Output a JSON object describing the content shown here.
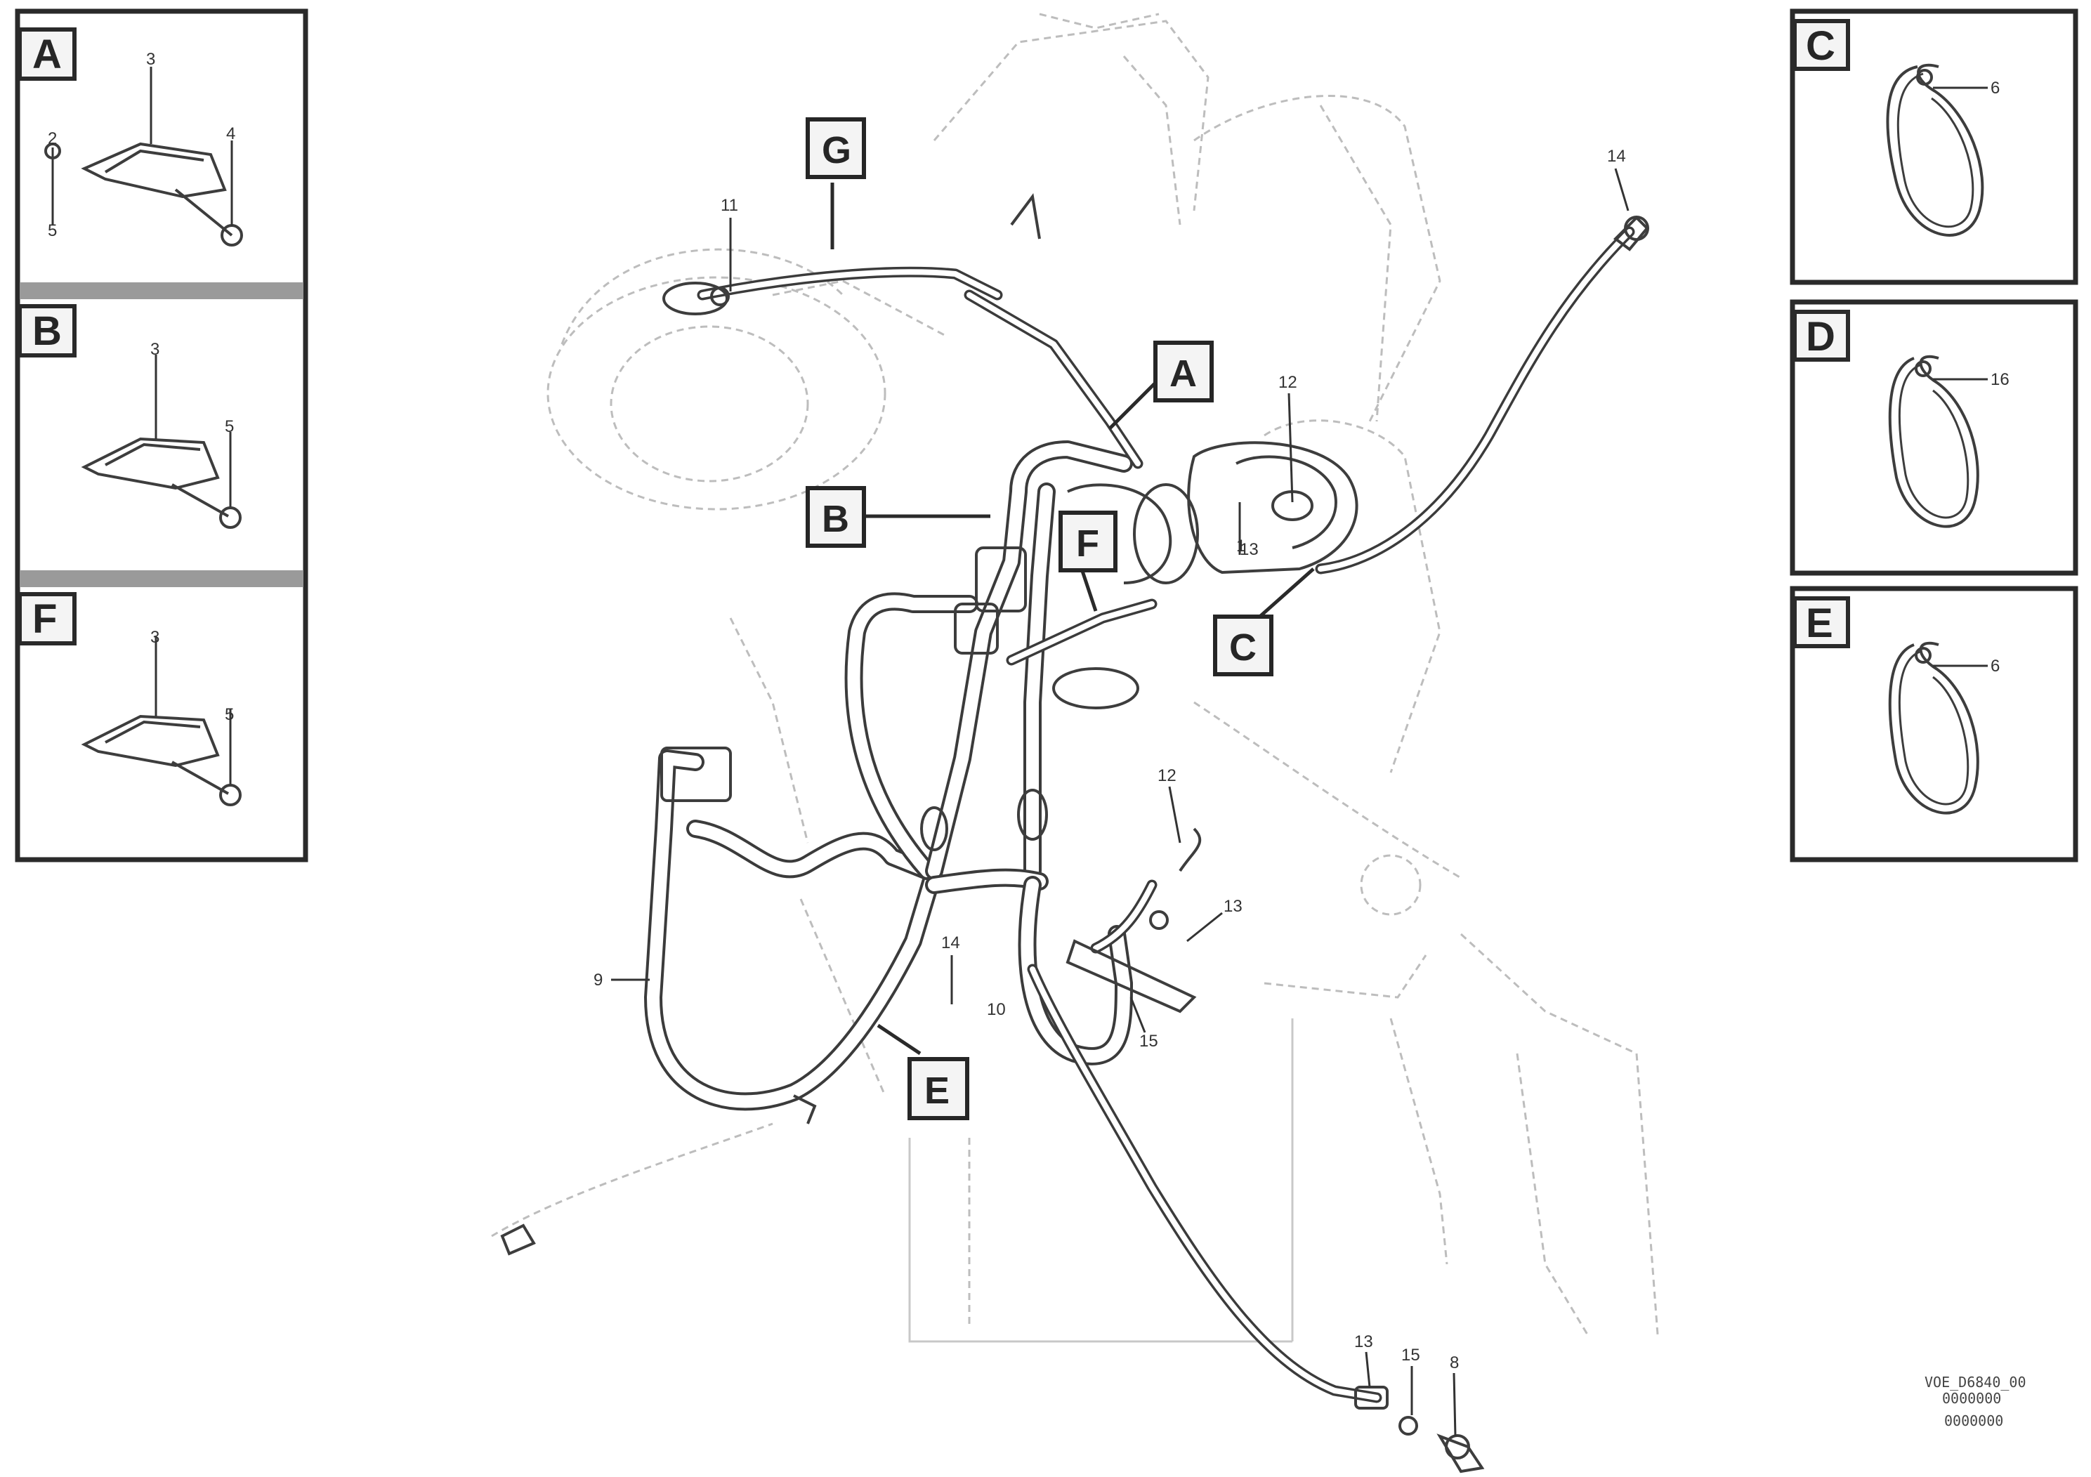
{
  "panels_left": [
    {
      "letter": "A",
      "labels": [
        "3",
        "2",
        "4",
        "5"
      ]
    },
    {
      "letter": "B",
      "labels": [
        "3",
        "5"
      ]
    },
    {
      "letter": "F",
      "labels": [
        "3",
        "5"
      ]
    }
  ],
  "panels_right": [
    {
      "letter": "C",
      "labels": [
        "6"
      ]
    },
    {
      "letter": "D",
      "labels": [
        "16"
      ]
    },
    {
      "letter": "E",
      "labels": [
        "6"
      ]
    }
  ],
  "callouts": [
    "G",
    "A",
    "B",
    "F",
    "C",
    "E"
  ],
  "part_numbers": [
    "11",
    "12",
    "13",
    "14",
    "1",
    "9",
    "14",
    "10",
    "12",
    "13",
    "15",
    "13",
    "15",
    "8"
  ],
  "reference": [
    "VOE_D6840_00",
    "0000000",
    "0000000"
  ]
}
